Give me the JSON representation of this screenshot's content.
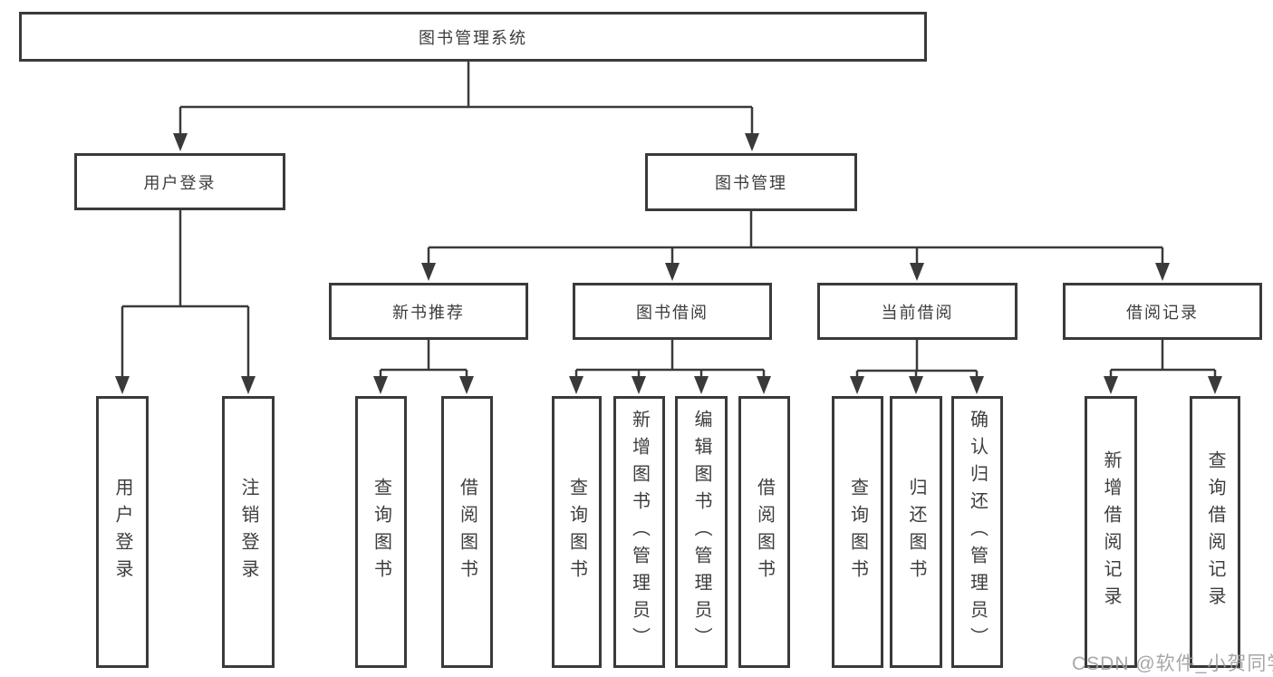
{
  "nodes": {
    "root": "图书管理系统",
    "level2": {
      "userLogin": "用户登录",
      "bookMgmt": "图书管理"
    },
    "level3": {
      "newBooks": "新书推荐",
      "borrow": "图书借阅",
      "current": "当前借阅",
      "records": "借阅记录"
    },
    "leaves": [
      "用户登录",
      "注销登录",
      "查询图书",
      "借阅图书",
      "查询图书",
      "新增图书（管理员）",
      "编辑图书（管理员）",
      "借阅图书",
      "查询图书",
      "归还图书",
      "确认归还（管理员）",
      "新增借阅记录",
      "查询借阅记录"
    ]
  },
  "watermark": "CSDN @软件_小贺同学",
  "colors": {
    "line": "#3a3a3a",
    "text": "#3d3d3d",
    "watermark": "#9e9e9e",
    "background": "#ffffff"
  }
}
